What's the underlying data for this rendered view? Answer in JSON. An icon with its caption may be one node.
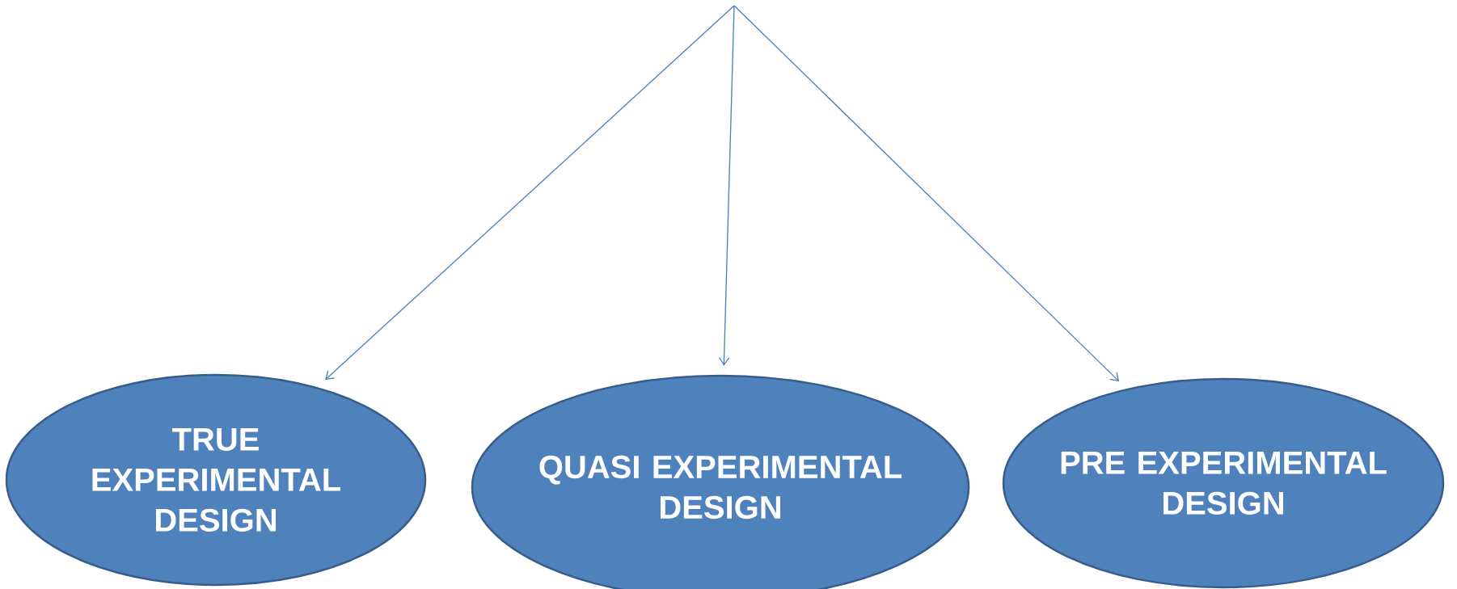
{
  "diagram": {
    "nodes": [
      {
        "text": [
          "TRUE EXPERIMENTAL DESIGN"
        ]
      },
      {
        "text": [
          "QUASI EXPERIMENTAL DESIGN"
        ]
      },
      {
        "text": [
          "PRE EXPERIMENTAL DESIGN"
        ]
      }
    ],
    "edges": [
      {
        "from": null,
        "to": 0,
        "arrow": "to"
      },
      {
        "from": null,
        "to": 1,
        "arrow": "to"
      },
      {
        "from": null,
        "to": 2,
        "arrow": "to"
      }
    ]
  }
}
